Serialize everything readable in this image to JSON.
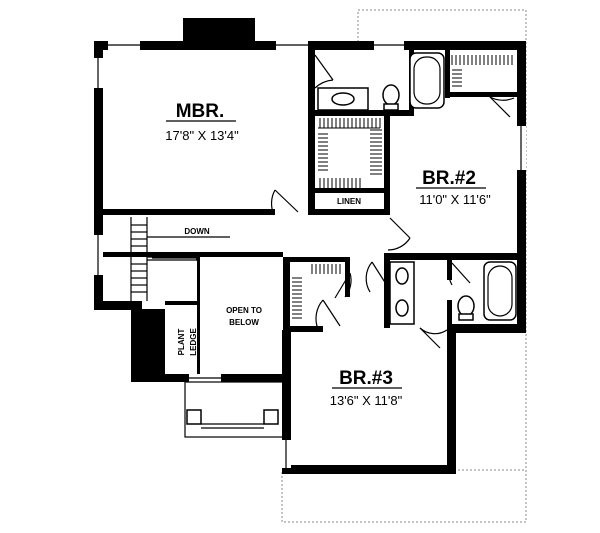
{
  "rooms": {
    "mbr": {
      "name": "MBR.",
      "dims": "17'8\" X 13'4\""
    },
    "br2": {
      "name": "BR.#2",
      "dims": "11'0\" X 11'6\""
    },
    "br3": {
      "name": "BR.#3",
      "dims": "13'6\" X 11'8\""
    }
  },
  "labels": {
    "linen": "LINEN",
    "down": "DOWN",
    "open_to": "OPEN TO",
    "below": "BELOW",
    "plant": "PLANT",
    "ledge": "LEDGE"
  }
}
